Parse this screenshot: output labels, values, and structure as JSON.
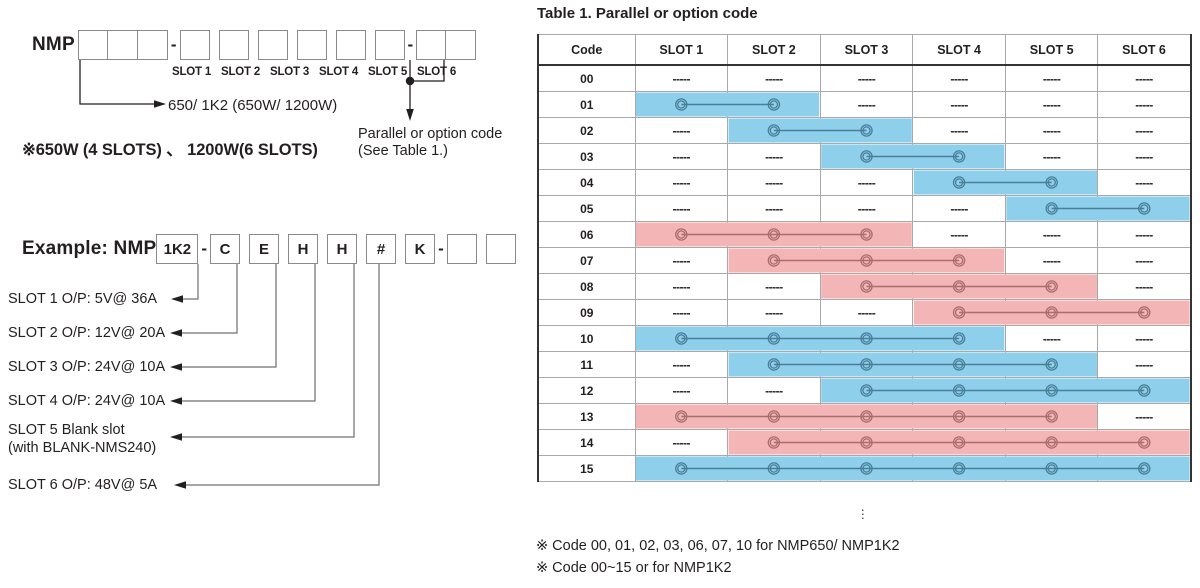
{
  "model_diagram": {
    "prefix": "NMP",
    "series_boxes": 3,
    "separator": "-",
    "slot_boxes": 6,
    "option_boxes": 2,
    "slot_captions": [
      "SLOT 1",
      "SLOT 2",
      "SLOT 3",
      "SLOT 4",
      "SLOT 5",
      "SLOT 6"
    ],
    "series_callout": "650/ 1K2 (650W/ 1200W)",
    "option_callout_line1": "Parallel or option code",
    "option_callout_line2": "(See Table 1.)",
    "power_note": "※650W (4 SLOTS) 、 1200W(6 SLOTS)"
  },
  "example": {
    "label": "Example: NMP",
    "series_value": "1K2",
    "separator": "-",
    "slot_values": [
      "C",
      "E",
      "H",
      "H",
      "#",
      "K"
    ],
    "tail_separator": "-",
    "tail_boxes": 2,
    "slot_descriptions": [
      "SLOT 1  O/P: 5V@ 36A",
      "SLOT 2  O/P: 12V@ 20A",
      "SLOT 3  O/P: 24V@ 10A",
      "SLOT 4  O/P: 24V@ 10A",
      "SLOT 5  Blank slot",
      "(with BLANK-NMS240)",
      "SLOT 6  O/P: 48V@ 5A"
    ]
  },
  "table": {
    "title": "Table 1. Parallel or option code",
    "columns": [
      "Code",
      "SLOT 1",
      "SLOT 2",
      "SLOT 3",
      "SLOT 4",
      "SLOT 5",
      "SLOT 6"
    ],
    "empty_mark": "-----",
    "colors": {
      "blue": "#8ecfeb",
      "pink": "#f3b5b5",
      "border": "#333333"
    },
    "rows": [
      {
        "code": "00",
        "start": 0,
        "span": 0,
        "color": "none",
        "group_end": false
      },
      {
        "code": "01",
        "start": 1,
        "span": 2,
        "color": "blue",
        "group_end": false
      },
      {
        "code": "02",
        "start": 2,
        "span": 2,
        "color": "blue",
        "group_end": false
      },
      {
        "code": "03",
        "start": 3,
        "span": 2,
        "color": "blue",
        "group_end": false
      },
      {
        "code": "04",
        "start": 4,
        "span": 2,
        "color": "blue",
        "group_end": false
      },
      {
        "code": "05",
        "start": 5,
        "span": 2,
        "color": "blue",
        "group_end": true
      },
      {
        "code": "06",
        "start": 1,
        "span": 3,
        "color": "pink",
        "group_end": false
      },
      {
        "code": "07",
        "start": 2,
        "span": 3,
        "color": "pink",
        "group_end": false
      },
      {
        "code": "08",
        "start": 3,
        "span": 3,
        "color": "pink",
        "group_end": false
      },
      {
        "code": "09",
        "start": 4,
        "span": 3,
        "color": "pink",
        "group_end": true
      },
      {
        "code": "10",
        "start": 1,
        "span": 4,
        "color": "blue",
        "group_end": false
      },
      {
        "code": "11",
        "start": 2,
        "span": 4,
        "color": "blue",
        "group_end": false
      },
      {
        "code": "12",
        "start": 3,
        "span": 4,
        "color": "blue",
        "group_end": true
      },
      {
        "code": "13",
        "start": 1,
        "span": 5,
        "color": "pink",
        "group_end": false
      },
      {
        "code": "14",
        "start": 2,
        "span": 5,
        "color": "pink",
        "group_end": true
      },
      {
        "code": "15",
        "start": 1,
        "span": 6,
        "color": "blue",
        "group_end": true
      }
    ],
    "footnotes": [
      "※  Code 00, 01, 02, 03, 06, 07, 10 for NMP650/ NMP1K2",
      "※  Code 00~15 or for NMP1K2"
    ]
  }
}
